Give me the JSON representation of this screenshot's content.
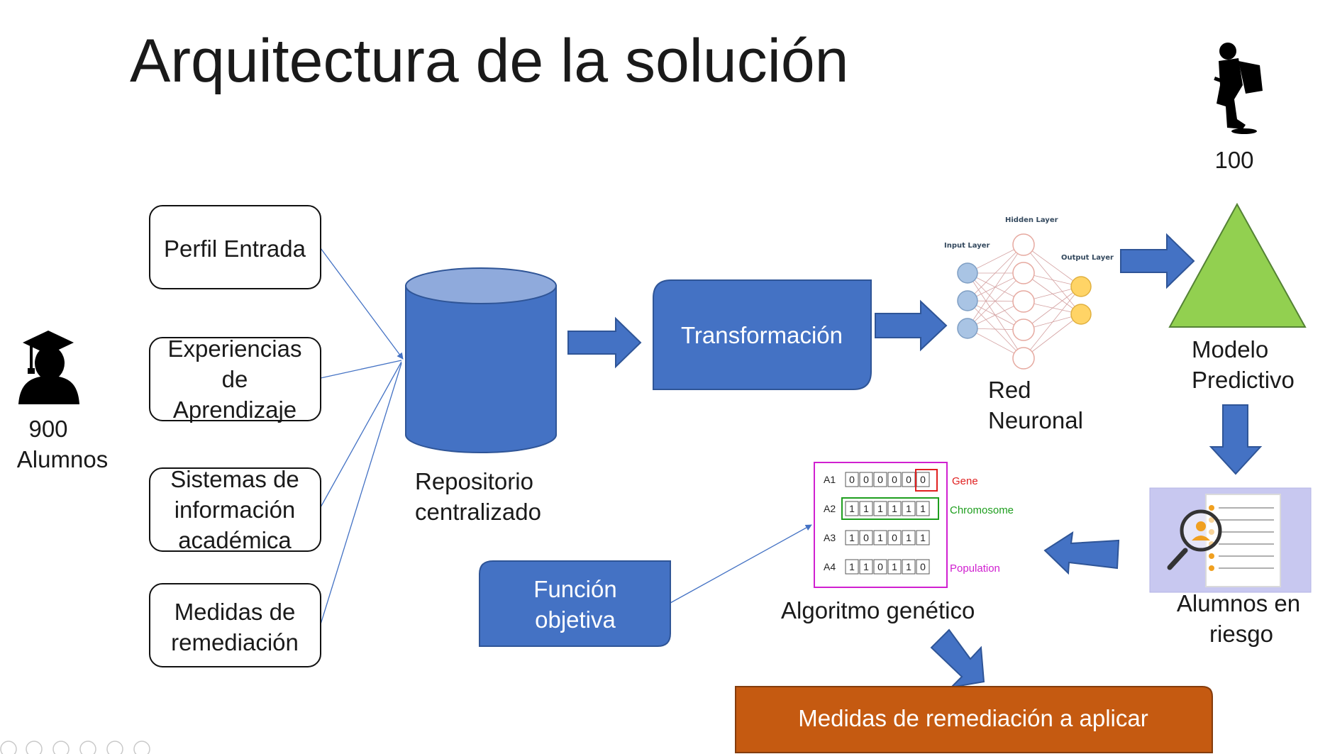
{
  "title": "Arquitectura de la solución",
  "students": {
    "count": "900",
    "label": "Alumnos"
  },
  "sources": [
    {
      "lines": [
        "Perfil Entrada"
      ]
    },
    {
      "lines": [
        "Experiencias",
        "de",
        "Aprendizaje"
      ]
    },
    {
      "lines": [
        "Sistemas de",
        "información",
        "académica"
      ]
    },
    {
      "lines": [
        "Medidas de",
        "remediación"
      ]
    }
  ],
  "repository": {
    "lines": [
      "Repositorio",
      "centralizado"
    ]
  },
  "transformation": {
    "label": "Transformación"
  },
  "neural_network": {
    "labels": [
      "Red",
      "Neuronal"
    ],
    "input_layer": "Input Layer",
    "hidden_layer": "Hidden Layer",
    "output_layer": "Output Layer"
  },
  "predictive_model": {
    "lines": [
      "Modelo",
      "Predictivo"
    ]
  },
  "at_risk_count": "100",
  "at_risk": {
    "lines": [
      "Alumnos en",
      "riesgo"
    ]
  },
  "genetic_algorithm": {
    "label": "Algoritmo genético",
    "rows": [
      {
        "name": "A1",
        "bits": [
          "0",
          "0",
          "0",
          "0",
          "0",
          "0"
        ]
      },
      {
        "name": "A2",
        "bits": [
          "1",
          "1",
          "1",
          "1",
          "1",
          "1"
        ]
      },
      {
        "name": "A3",
        "bits": [
          "1",
          "0",
          "1",
          "0",
          "1",
          "1"
        ]
      },
      {
        "name": "A4",
        "bits": [
          "1",
          "1",
          "0",
          "1",
          "1",
          "0"
        ]
      }
    ],
    "gene_label": "Gene",
    "chromosome_label": "Chromosome",
    "population_label": "Population"
  },
  "objective": {
    "lines": [
      "Función",
      "objetiva"
    ]
  },
  "result": {
    "label": "Medidas de remediación a aplicar"
  },
  "colors": {
    "box_blue": "#4472c4",
    "box_blue_dark": "#2f5597",
    "cylinder_top": "#8faadc",
    "triangle_green": "#92d050",
    "triangle_stroke": "#548235",
    "orange": "#c55a11",
    "gene_red": "#e02020",
    "chromosome_green": "#1e9e1e",
    "population_magenta": "#d020d0"
  },
  "icons": [
    "graduate-icon",
    "student-sitting-icon",
    "document-search-icon",
    "neural-network-icon"
  ]
}
